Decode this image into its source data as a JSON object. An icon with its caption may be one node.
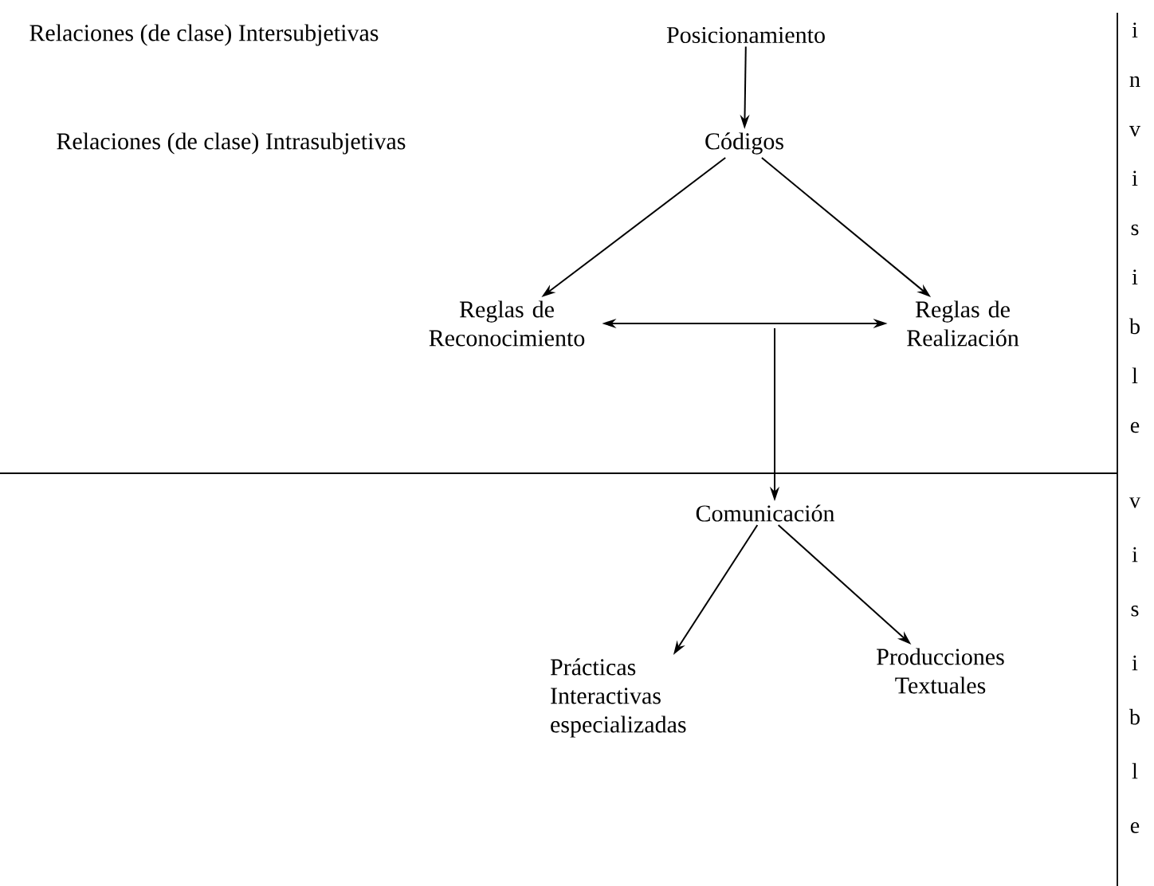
{
  "diagram": {
    "nodes": [
      {
        "text": [
          "Posicionamiento"
        ]
      },
      {
        "text": [
          "Códigos"
        ]
      },
      {
        "text": [
          "Reglas de Reconocimiento"
        ]
      },
      {
        "text": [
          "Reglas de Realización"
        ]
      },
      {
        "text": [
          "Comunicación"
        ]
      },
      {
        "text": [
          "Prácticas Interactivas especializadas"
        ]
      },
      {
        "text": [
          "Producciones Textuales"
        ]
      }
    ],
    "edges": [
      {
        "from": 0,
        "to": 1,
        "arrow": "to"
      },
      {
        "from": 1,
        "to": 2,
        "arrow": "to"
      },
      {
        "from": 1,
        "to": 3,
        "arrow": "to"
      },
      {
        "from": 2,
        "to": 3,
        "arrow": "both"
      },
      {
        "from": null,
        "to": 4,
        "arrow": "to"
      },
      {
        "from": 4,
        "to": 5,
        "arrow": "to"
      },
      {
        "from": 4,
        "to": 6,
        "arrow": "to"
      }
    ],
    "labels": [
      "Relaciones (de clase) Intersubjetivas",
      "Relaciones (de clase) Intrasubjetivas",
      "invisible",
      "visible"
    ]
  }
}
